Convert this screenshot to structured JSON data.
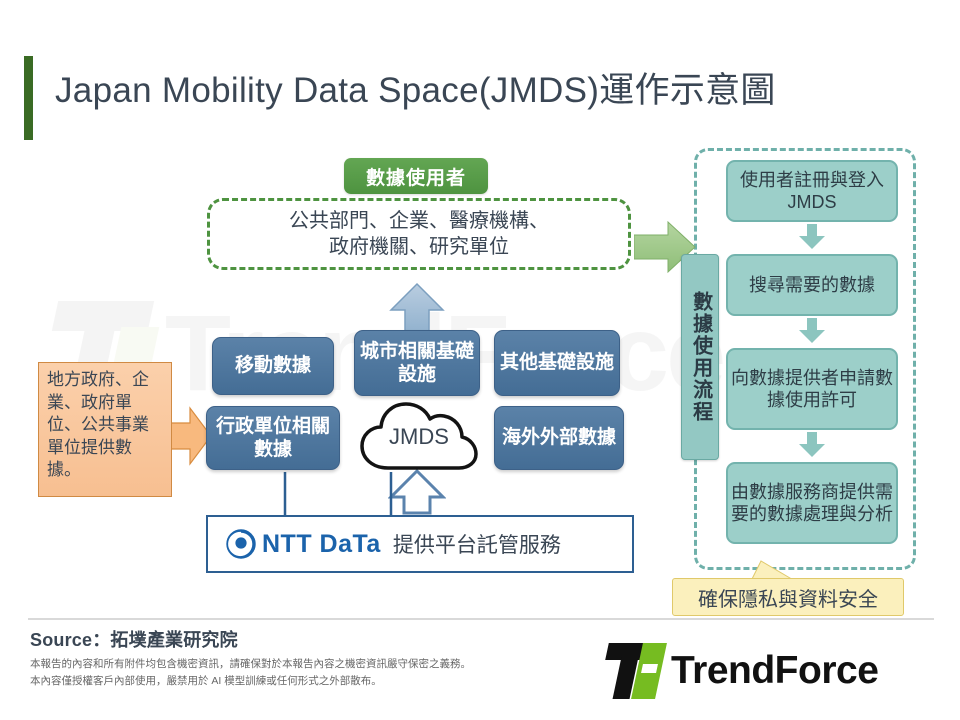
{
  "title": "Japan Mobility Data Space(JMDS)運作示意圖",
  "accent_colors": {
    "title_bar_green": "#3a6b24",
    "badge_green": "#4e9340",
    "box_blue": "#446d95",
    "flow_teal": "#9ccfc9",
    "callout_orange": "#f7bf91",
    "callout_yellow": "#fbf0bd",
    "brand_green": "#76bc21",
    "ntt_blue": "#1b63ab"
  },
  "user_section": {
    "badge_label": "數據使用者",
    "line1": "公共部門、企業、醫療機構、",
    "line2": "政府機關、研究單位"
  },
  "left_callout": {
    "text": "地方政府、企業、政府單位、公共事業單位提供數據。"
  },
  "data_boxes": [
    {
      "label": "移動數據"
    },
    {
      "label": "城市相關基礎設施"
    },
    {
      "label": "其他基礎設施"
    },
    {
      "label": "行政單位相關數據"
    },
    {
      "label": "海外外部數據"
    }
  ],
  "cloud": {
    "label": "JMDS"
  },
  "ntt_row": {
    "logo_text": "NTT DaTa",
    "caption": "提供平台託管服務"
  },
  "flow_panel": {
    "vertical_label": "數據使用流程",
    "steps": [
      {
        "text": "使用者註冊與登入JMDS"
      },
      {
        "text": "搜尋需要的數據"
      },
      {
        "text": "向數據提供者申請數據使用許可"
      },
      {
        "text": "由數據服務商提供需要的數據處理與分析"
      }
    ]
  },
  "bottom_callout": {
    "text": "確保隱私與資料安全"
  },
  "footer": {
    "source": "Source：拓墣產業研究院",
    "disclaimer_line1": "本報告的內容和所有附件均包含機密資訊，請確保對於本報告內容之機密資訊嚴守保密之義務。",
    "disclaimer_line2": "本內容僅授權客戶內部使用，嚴禁用於 AI 模型訓練或任何形式之外部散布。",
    "brand": "TrendForce"
  },
  "watermark": {
    "text": "TrendForce"
  }
}
